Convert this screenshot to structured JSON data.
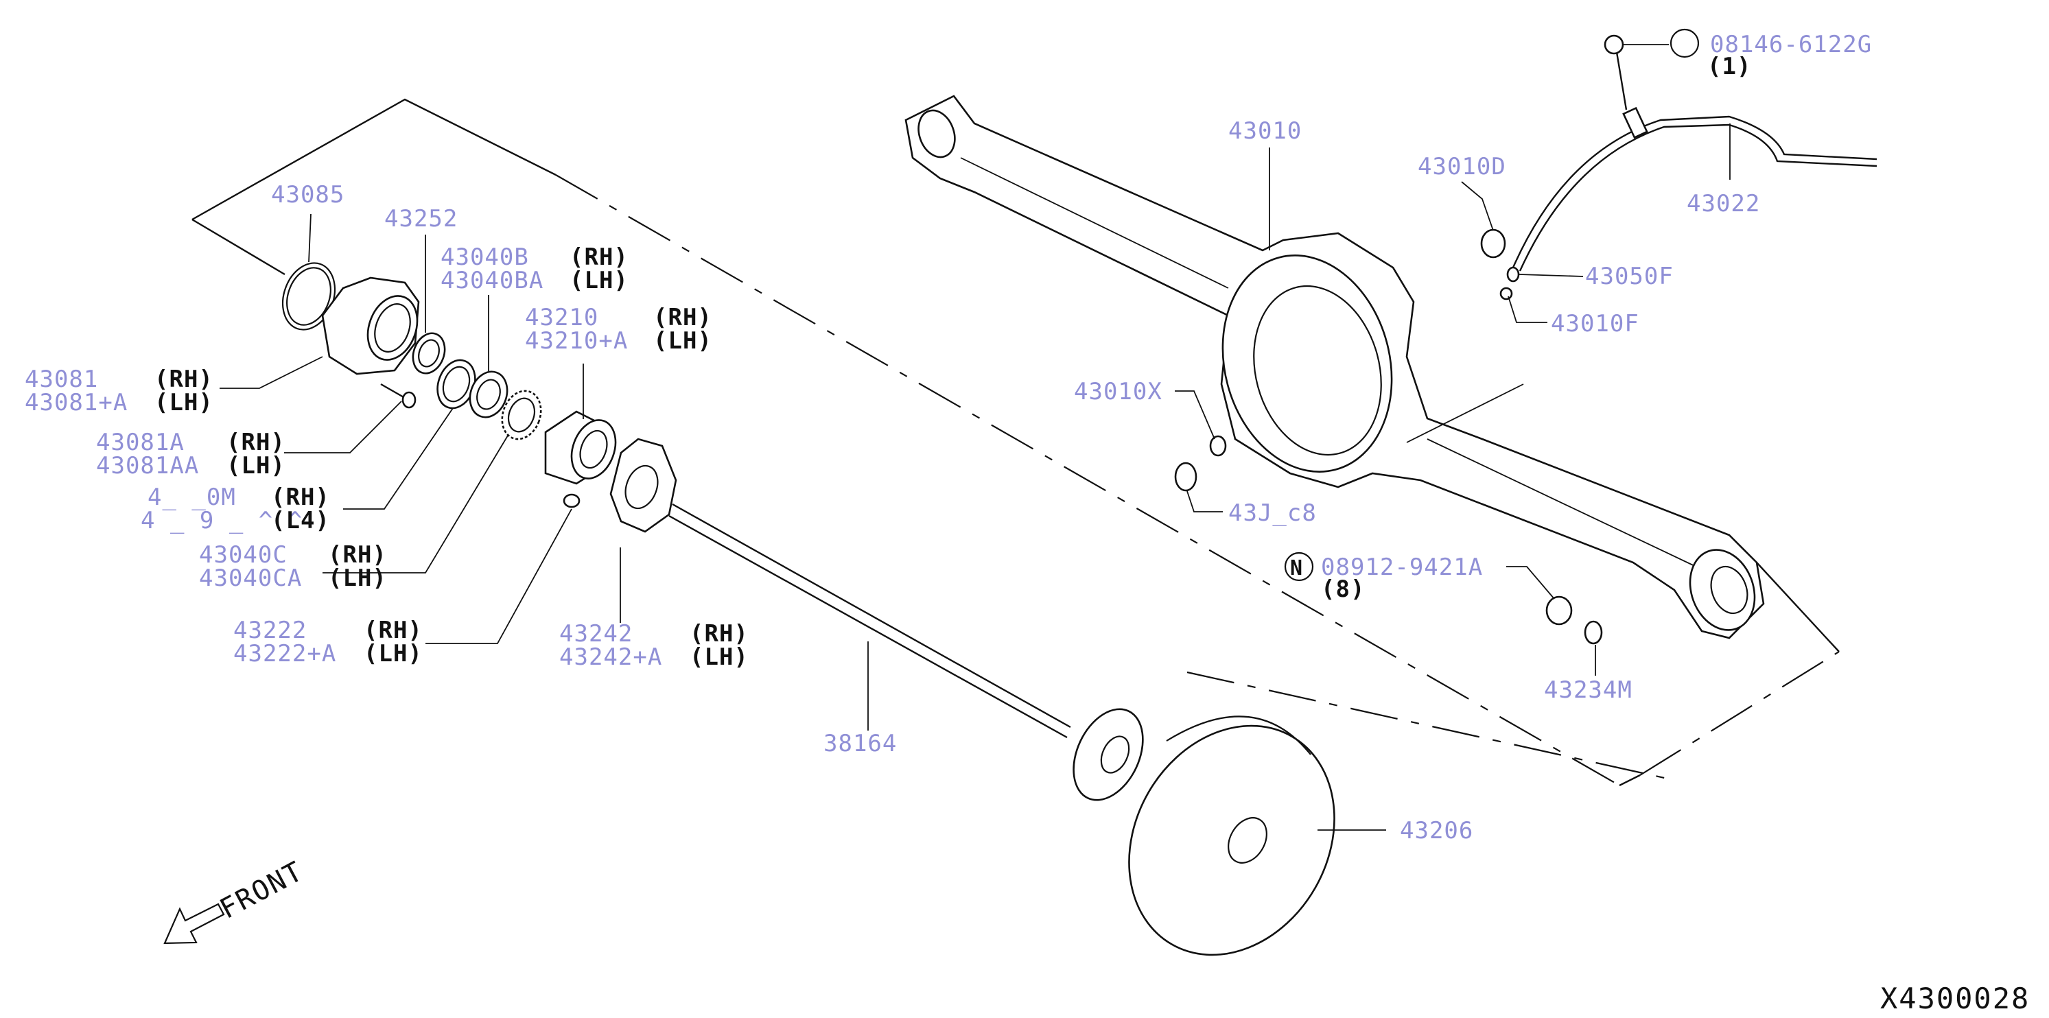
{
  "diagram": {
    "reference_code": "X4300028",
    "front_label": "FRONT",
    "colors": {
      "part_number": "#8f8fd6",
      "side_label": "#111111",
      "line": "#111111"
    },
    "callouts": {
      "p43085": "43085",
      "p43252": "43252",
      "p43040B": "43040B",
      "p43040BA": "43040BA",
      "p43210": "43210",
      "p43210A": "43210+A",
      "p43081": "43081",
      "p43081A_plus": "43081+A",
      "p43081A": "43081A",
      "p43081AA": "43081AA",
      "p43120M": "4_ _0M",
      "p43120MA": "4 _ 9 _ ^ ^",
      "p43040C": "43040C",
      "p43040CA": "43040CA",
      "p43222": "43222",
      "p43222A": "43222+A",
      "p43242": "43242",
      "p43242A": "43242+A",
      "p38164": "38164",
      "p43206": "43206",
      "p43010": "43010",
      "p43010D": "43010D",
      "p43022": "43022",
      "p43050F": "43050F",
      "p43010F": "43010F",
      "p43010X": "43010X",
      "p43010B": "43J_c8",
      "p08146": "08146-6122G",
      "p08146_qty": "(1)",
      "p08912_symbol": "N",
      "p08912": "08912-9421A",
      "p08912_qty": "(8)",
      "p43234M": "43234M"
    },
    "sides": {
      "rh": "(RH)",
      "lh": "(LH)",
      "lh_partial": "(L4)"
    }
  }
}
